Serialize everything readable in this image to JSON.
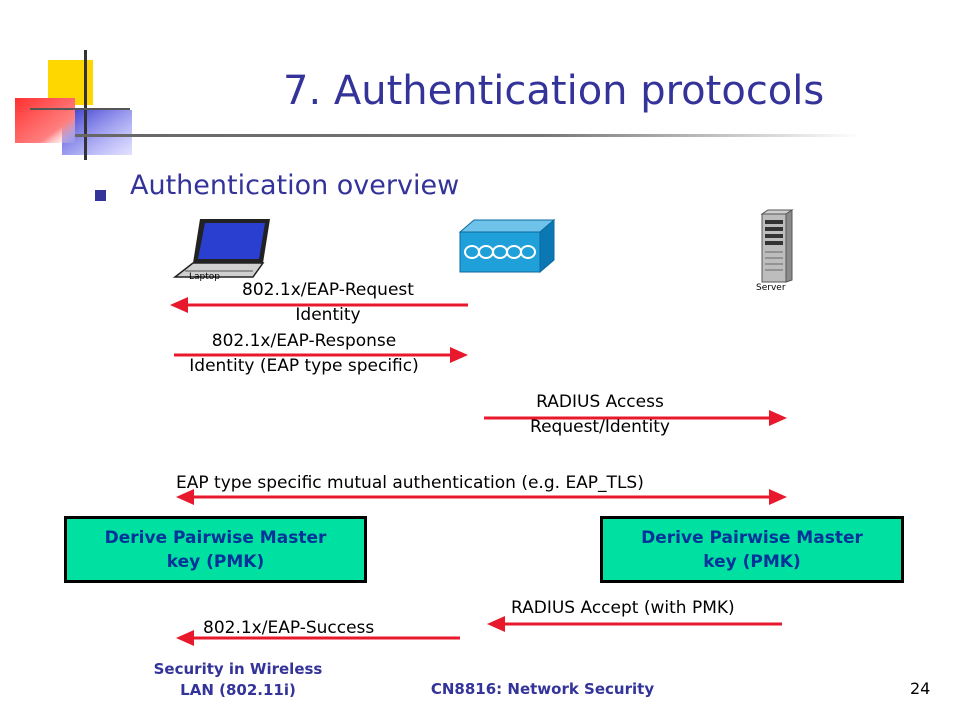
{
  "slide": {
    "title": "7. Authentication protocols",
    "bullet": "Authentication overview",
    "page_number": "24"
  },
  "devices": {
    "laptop_label": "Laptop",
    "server_label": "Server"
  },
  "messages": {
    "eap_request_line1": "802.1x/EAP-Request",
    "eap_request_line2": "Identity",
    "eap_response_line1": "802.1x/EAP-Response",
    "eap_response_line2": "Identity (EAP type specific)",
    "radius_request_line1": "RADIUS Access",
    "radius_request_line2": "Request/Identity",
    "mutual_auth": "EAP type specific mutual authentication (e.g. EAP_TLS)",
    "radius_accept": "RADIUS Accept (with PMK)",
    "eap_success": "802.1x/EAP-Success"
  },
  "pmk_boxes": {
    "left_line1": "Derive Pairwise Master",
    "left_line2": "key (PMK)",
    "right_line1": "Derive Pairwise Master",
    "right_line2": "key (PMK)"
  },
  "footer": {
    "left_line1": "Security in Wireless",
    "left_line2": "LAN (802.11i)",
    "center": "CN8816: Network Security"
  },
  "colors": {
    "title": "#333399",
    "arrow": "#e8192c",
    "pmk_fill": "#00e0a0",
    "switch": "#1fa0d8"
  }
}
